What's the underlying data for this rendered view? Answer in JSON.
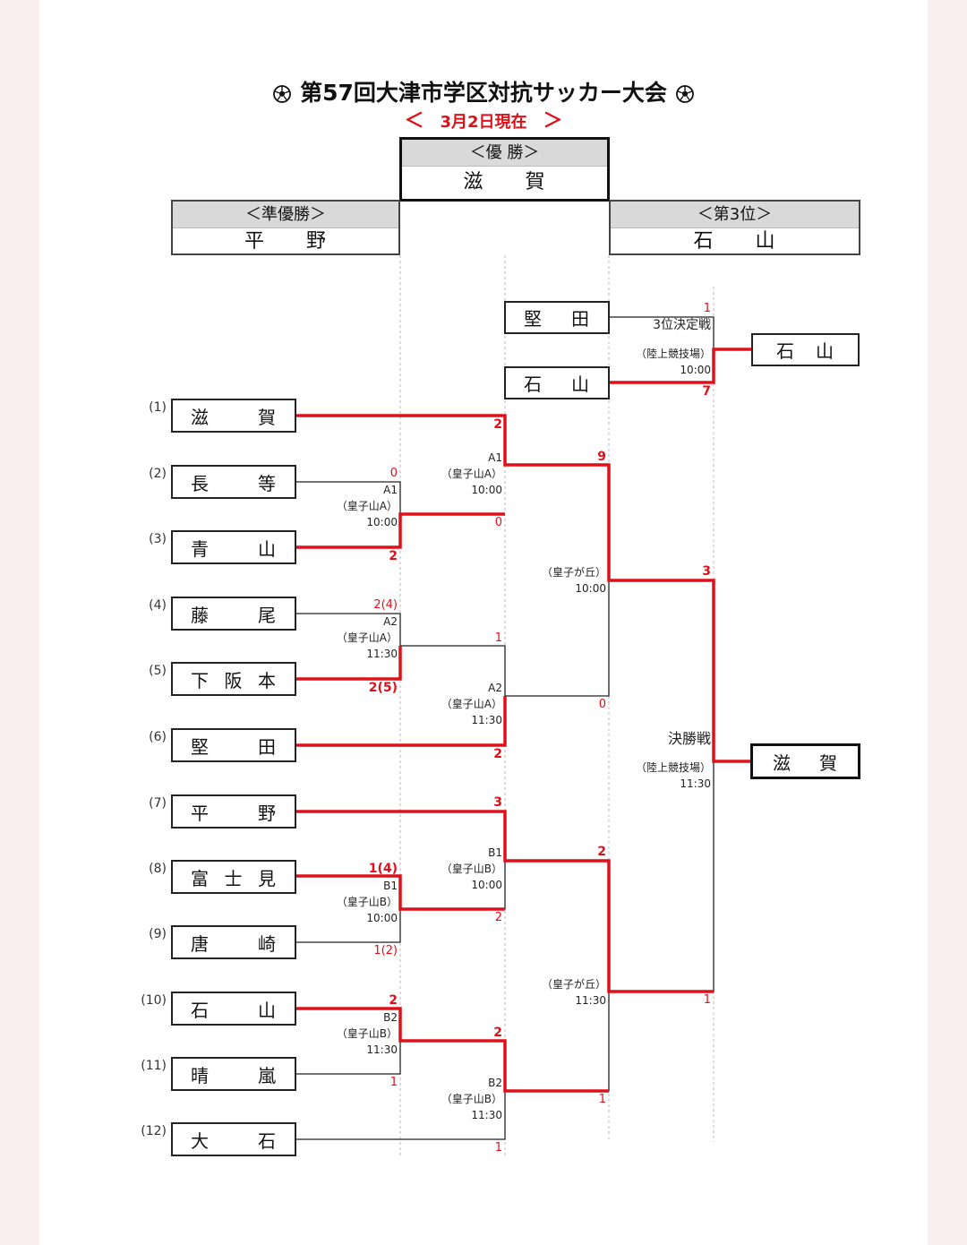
{
  "title": {
    "main": "第57回大津市学区対抗サッカー大会",
    "sub": "3月2日現在",
    "sub_left": "＜",
    "sub_right": "＞"
  },
  "awards": {
    "champion": {
      "heading": "＜優 勝＞",
      "name_a": "滋",
      "name_b": "賀"
    },
    "runner_up": {
      "heading": "＜準優勝＞",
      "name_a": "平",
      "name_b": "野"
    },
    "third": {
      "heading": "＜第3位＞",
      "name_a": "石",
      "name_b": "山"
    }
  },
  "teams": [
    {
      "seed": "(1)",
      "a": "滋",
      "b": "",
      "c": "賀"
    },
    {
      "seed": "(2)",
      "a": "長",
      "b": "",
      "c": "等"
    },
    {
      "seed": "(3)",
      "a": "青",
      "b": "",
      "c": "山"
    },
    {
      "seed": "(4)",
      "a": "藤",
      "b": "",
      "c": "尾"
    },
    {
      "seed": "(5)",
      "a": "下",
      "b": "阪",
      "c": "本"
    },
    {
      "seed": "(6)",
      "a": "堅",
      "b": "",
      "c": "田"
    },
    {
      "seed": "(7)",
      "a": "平",
      "b": "",
      "c": "野"
    },
    {
      "seed": "(8)",
      "a": "富",
      "b": "士",
      "c": "見"
    },
    {
      "seed": "(9)",
      "a": "唐",
      "b": "",
      "c": "崎"
    },
    {
      "seed": "(10)",
      "a": "石",
      "b": "",
      "c": "山"
    },
    {
      "seed": "(11)",
      "a": "晴",
      "b": "",
      "c": "嵐"
    },
    {
      "seed": "(12)",
      "a": "大",
      "b": "",
      "c": "石"
    }
  ],
  "semis_losers": {
    "top": {
      "a": "堅",
      "c": "田"
    },
    "bottom": {
      "a": "石",
      "c": "山"
    }
  },
  "third_winner": {
    "a": "石",
    "c": "山"
  },
  "final_winner": {
    "a": "滋",
    "c": "賀"
  },
  "matches": {
    "r1a1": {
      "code": "A1",
      "venue": "（皇子山A）",
      "time": "10:00",
      "s_top": "0",
      "s_bot": "2"
    },
    "r1a2": {
      "code": "A2",
      "venue": "（皇子山A）",
      "time": "11:30",
      "s_top": "2(4)",
      "s_bot": "2(5)"
    },
    "r1b1": {
      "code": "B1",
      "venue": "（皇子山B）",
      "time": "10:00",
      "s_top": "1(4)",
      "s_bot": "1(2)"
    },
    "r1b2": {
      "code": "B2",
      "venue": "（皇子山B）",
      "time": "11:30",
      "s_top": "2",
      "s_bot": "1"
    },
    "r2a1": {
      "code": "A1",
      "venue": "（皇子山A）",
      "time": "10:00",
      "s_top": "2",
      "s_bot": "0"
    },
    "r2a2": {
      "code": "A2",
      "venue": "（皇子山A）",
      "time": "11:30",
      "s_top": "1",
      "s_bot": "2"
    },
    "r2b1": {
      "code": "B1",
      "venue": "（皇子山B）",
      "time": "10:00",
      "s_top": "3",
      "s_bot": "2"
    },
    "r2b2": {
      "code": "B2",
      "venue": "（皇子山B）",
      "time": "11:30",
      "s_top": "2",
      "s_bot": "1"
    },
    "sf1": {
      "venue": "（皇子が丘）",
      "time": "10:00",
      "s_top": "9",
      "s_bot": "0"
    },
    "sf2": {
      "venue": "（皇子が丘）",
      "time": "11:30",
      "s_top": "2",
      "s_bot": "1"
    },
    "final": {
      "label": "決勝戦",
      "venue": "（陸上競技場）",
      "time": "11:30",
      "s_top": "3",
      "s_bot": "1"
    },
    "third": {
      "label": "3位決定戦",
      "venue": "（陸上競技場）",
      "time": "10:00",
      "s_top": "1",
      "s_bot": "7"
    }
  },
  "colors": {
    "win_line": "#e0101a",
    "line": "#222222",
    "score": "#e0101a"
  }
}
